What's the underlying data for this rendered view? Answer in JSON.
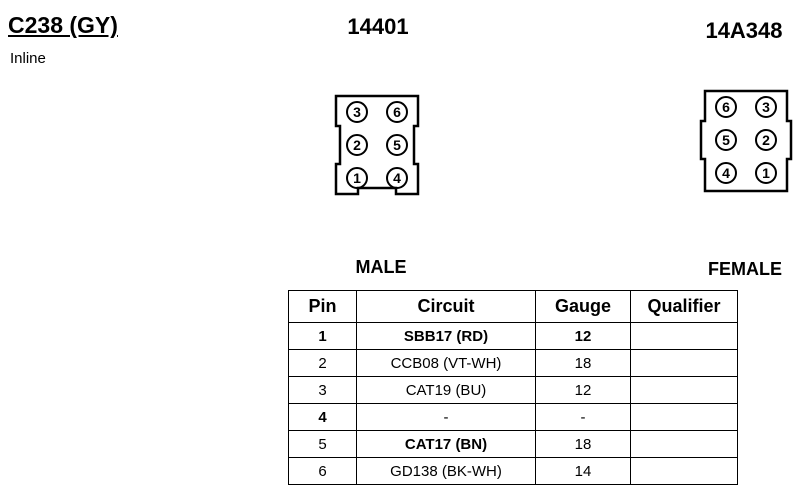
{
  "connector": {
    "id": "C238 (GY)",
    "type": "Inline"
  },
  "parts": {
    "male_part": "14401",
    "female_part": "14A348"
  },
  "labels": {
    "male": "MALE",
    "female": "FEMALE"
  },
  "male_layout": {
    "rows": [
      [
        "3",
        "6"
      ],
      [
        "2",
        "5"
      ],
      [
        "1",
        "4"
      ]
    ]
  },
  "female_layout": {
    "rows": [
      [
        "6",
        "3"
      ],
      [
        "5",
        "2"
      ],
      [
        "4",
        "1"
      ]
    ]
  },
  "pin_table": {
    "headers": [
      "Pin",
      "Circuit",
      "Gauge",
      "Qualifier"
    ],
    "rows": [
      {
        "pin": "1",
        "circuit": "SBB17 (RD)",
        "gauge": "12",
        "qualifier": ""
      },
      {
        "pin": "2",
        "circuit": "CCB08 (VT-WH)",
        "gauge": "18",
        "qualifier": ""
      },
      {
        "pin": "3",
        "circuit": "CAT19 (BU)",
        "gauge": "12",
        "qualifier": ""
      },
      {
        "pin": "4",
        "circuit": "-",
        "gauge": "-",
        "qualifier": ""
      },
      {
        "pin": "5",
        "circuit": "CAT17 (BN)",
        "gauge": "18",
        "qualifier": ""
      },
      {
        "pin": "6",
        "circuit": "GD138 (BK-WH)",
        "gauge": "14",
        "qualifier": ""
      }
    ]
  }
}
